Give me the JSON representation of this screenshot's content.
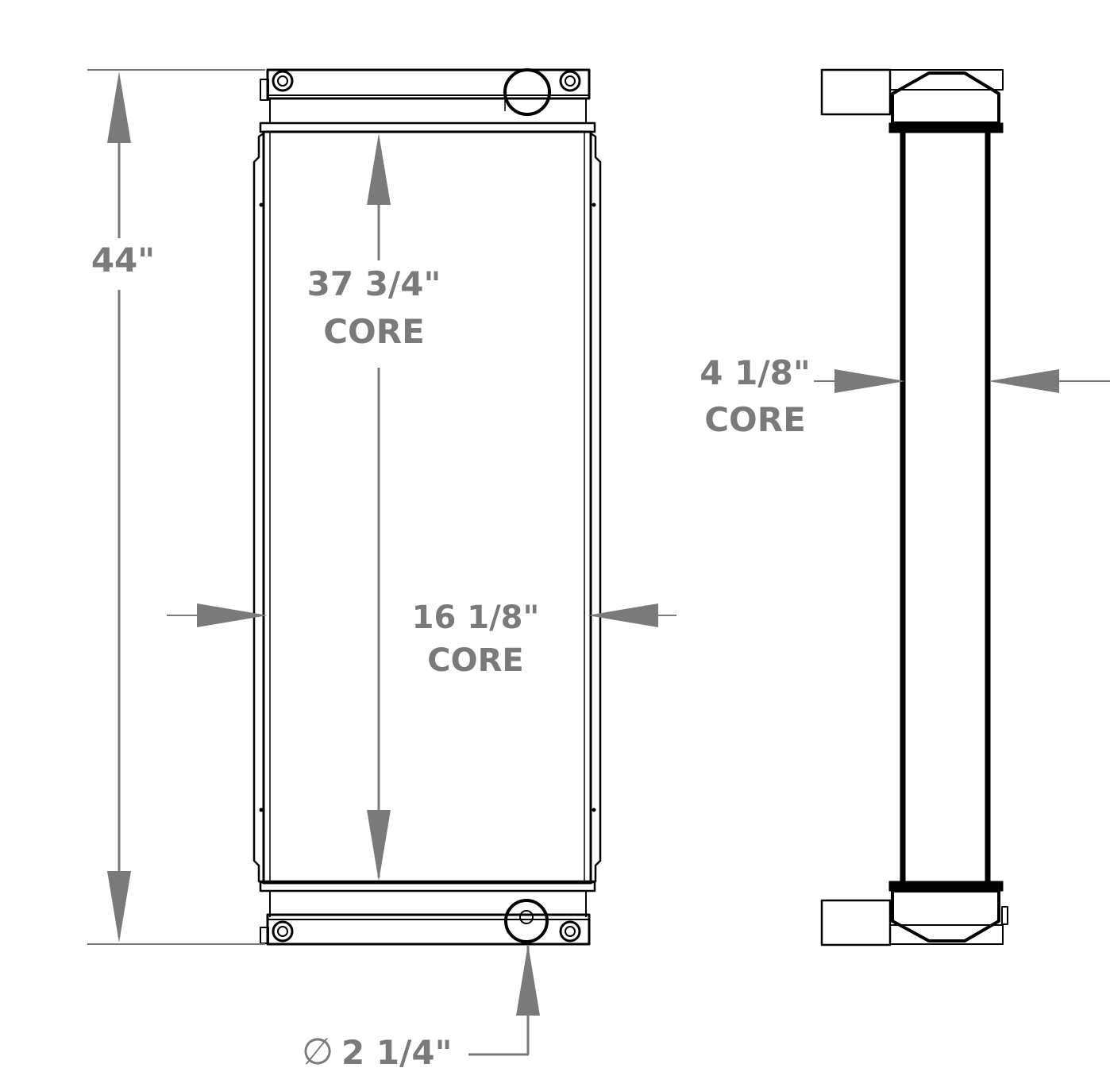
{
  "diagram": {
    "dimensions": {
      "overall_height": {
        "value": "44\""
      },
      "core_height": {
        "value": "37 3/4\"",
        "unit": "CORE"
      },
      "core_width": {
        "value": "16 1/8\"",
        "unit": "CORE"
      },
      "core_depth": {
        "value": "4 1/8\"",
        "unit": "CORE"
      },
      "outlet_diameter": {
        "symbol": "∅",
        "value": "2 1/4\""
      }
    },
    "colors": {
      "outline": "#000000",
      "dimension": "#7a7a7a",
      "background": "#ffffff"
    }
  }
}
